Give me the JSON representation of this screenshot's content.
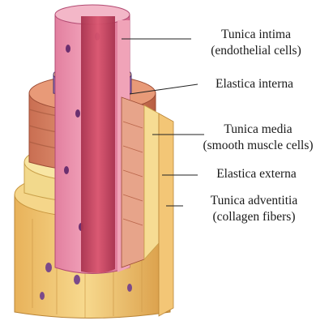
{
  "diagram": {
    "subject": "artery wall layers",
    "colors": {
      "intima": "#e88aa8",
      "intima_cells": "#c94f7b",
      "elastic_interna": "#7a5aa0",
      "media": "#d98a6a",
      "media_dark": "#b9654a",
      "externa": "#f0d27a",
      "adventitia": "#f4c97a",
      "adventitia_dark": "#d9a24a",
      "lumen": "#c94a6e",
      "leader_line": "#222222"
    },
    "labels": [
      {
        "id": "tunica-intima",
        "line1": "Tunica intima",
        "line2": "(endothelial cells)"
      },
      {
        "id": "elastica-interna",
        "line1": "Elastica interna",
        "line2": ""
      },
      {
        "id": "tunica-media",
        "line1": "Tunica media",
        "line2": "(smooth muscle cells)"
      },
      {
        "id": "elastica-externa",
        "line1": "Elastica externa",
        "line2": ""
      },
      {
        "id": "tunica-adventitia",
        "line1": "Tunica adventitia",
        "line2": "(collagen fibers)"
      }
    ]
  }
}
